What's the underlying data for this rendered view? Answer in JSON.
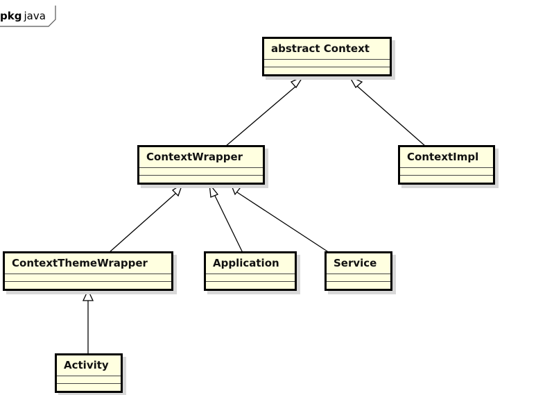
{
  "package": {
    "keyword": "pkg",
    "name": "java"
  },
  "classes": {
    "context": {
      "name": "abstract Context"
    },
    "context_wrapper": {
      "name": "ContextWrapper"
    },
    "context_impl": {
      "name": "ContextImpl"
    },
    "context_theme_wrapper": {
      "name": "ContextThemeWrapper"
    },
    "application": {
      "name": "Application"
    },
    "service": {
      "name": "Service"
    },
    "activity": {
      "name": "Activity"
    }
  },
  "relations": [
    {
      "from": "ContextWrapper",
      "to": "abstract Context",
      "type": "generalization"
    },
    {
      "from": "ContextImpl",
      "to": "abstract Context",
      "type": "generalization"
    },
    {
      "from": "ContextThemeWrapper",
      "to": "ContextWrapper",
      "type": "generalization"
    },
    {
      "from": "Application",
      "to": "ContextWrapper",
      "type": "generalization"
    },
    {
      "from": "Service",
      "to": "ContextWrapper",
      "type": "generalization"
    },
    {
      "from": "Activity",
      "to": "ContextThemeWrapper",
      "type": "generalization"
    }
  ],
  "colors": {
    "class_fill": "#ffffe0",
    "border": "#000000",
    "shadow": "#d8d8d8"
  }
}
